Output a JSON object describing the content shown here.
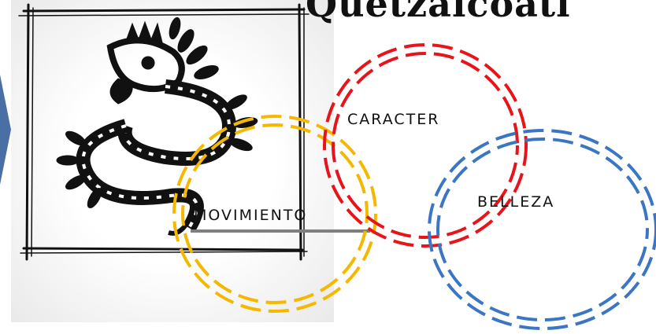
{
  "title": "Quetzalcoatl",
  "circles": [
    {
      "label": "CARACTER",
      "color": "#e8141c"
    },
    {
      "label": "BELLEZA",
      "color": "#3b76c4"
    },
    {
      "label": "MOVIMIENTO",
      "color": "#f5b800"
    }
  ],
  "image": {
    "subject": "aztec-serpent-glyph"
  }
}
